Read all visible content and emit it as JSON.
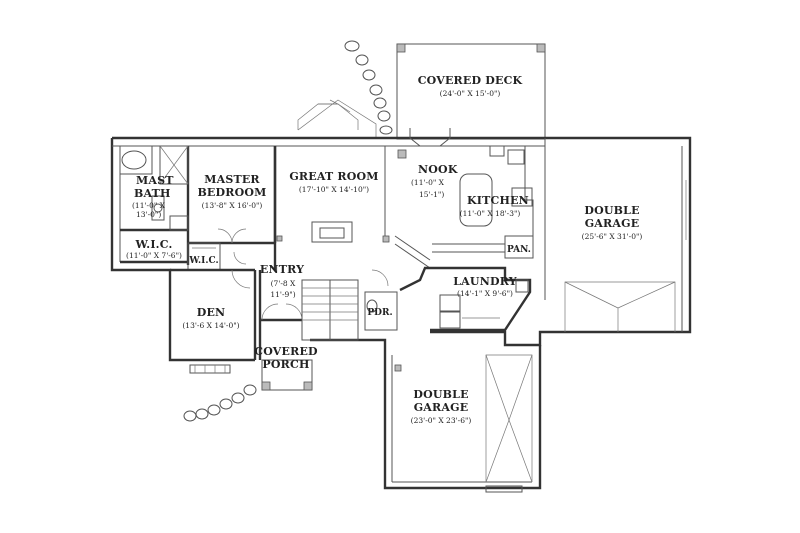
{
  "rooms": {
    "covered_deck": {
      "name": "COVERED DECK",
      "dim": "(24'-0\" X 15'-0\")"
    },
    "nook": {
      "name": "NOOK",
      "dim1": "(11'-0\" X",
      "dim2": "15'-1\")"
    },
    "great_room": {
      "name": "GREAT ROOM",
      "dim": "(17'-10\" X 14'-10\")"
    },
    "master_bedroom": {
      "name1": "MASTER",
      "name2": "BEDROOM",
      "dim": "(13'-8\" X 16'-0\")"
    },
    "master_bath": {
      "name1": "MAST",
      "name2": "BATH",
      "dim1": "(11'-0\" X",
      "dim2": "13'-0\")"
    },
    "wic_master": {
      "name": "W.I.C.",
      "dim": "(11'-0\" X 7'-6\")"
    },
    "wic_small": {
      "name": "W.I.C."
    },
    "kitchen": {
      "name": "KITCHEN",
      "dim": "(11'-0\" X 18'-3\")"
    },
    "pantry": {
      "name": "PAN."
    },
    "laundry": {
      "name": "LAUNDRY",
      "dim": "(14'-1\" X 9'-6\")"
    },
    "entry": {
      "name": "ENTRY",
      "dim1": "(7'-8 X",
      "dim2": "11'-9\")"
    },
    "den": {
      "name": "DEN",
      "dim": "(13'-6 X 14'-0\")"
    },
    "powder": {
      "name": "PDR."
    },
    "covered_porch": {
      "name1": "COVERED",
      "name2": "PORCH"
    },
    "double_garage_right": {
      "name1": "DOUBLE",
      "name2": "GARAGE",
      "dim": "(25'-6\" X 31'-0\")"
    },
    "double_garage_bottom": {
      "name1": "DOUBLE",
      "name2": "GARAGE",
      "dim": "(23'-0\" X 23'-6\")"
    }
  }
}
